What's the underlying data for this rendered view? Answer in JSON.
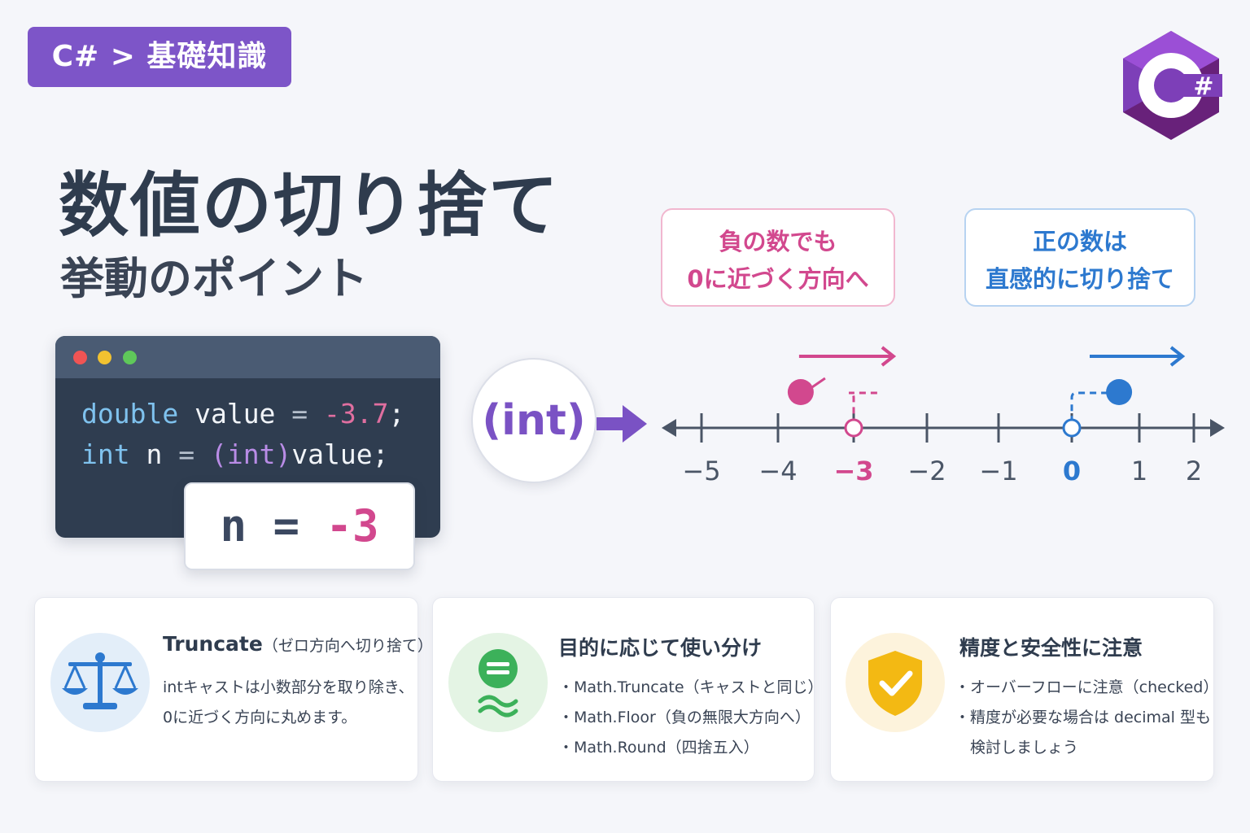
{
  "breadcrumb": "C# > 基礎知識",
  "logo": {
    "text": "C",
    "mark": "#"
  },
  "title": "数値の切り捨て",
  "subtitle": "挙動のポイント",
  "code": {
    "line1": {
      "type": "double",
      "name": " value ",
      "eq": "=",
      "value": " -3.7",
      "end": ";"
    },
    "line2": {
      "type": "int",
      "name": " n ",
      "eq": "=",
      "cast": " (int)",
      "rest": "value;"
    },
    "result": {
      "var": "n",
      "eq": " = ",
      "value": "-3"
    }
  },
  "cast_label": "(int)",
  "callouts": {
    "negative": {
      "line1": "負の数でも",
      "line2": "0に近づく方向へ"
    },
    "positive": {
      "line1": "正の数は",
      "line2": "直感的に切り捨て"
    }
  },
  "number_line": {
    "ticks": [
      "−5",
      "−4",
      "−3",
      "−2",
      "−1",
      "0",
      "1",
      "2"
    ],
    "negative_value": -3.7,
    "negative_result": -3,
    "positive_value": 0.7,
    "positive_result": 0
  },
  "cards": [
    {
      "icon": "balance-scale-icon",
      "title": "Truncate",
      "title_note": "（ゼロ方向へ切り捨て）",
      "lines": [
        "intキャストは小数部分を取り除き、",
        "0に近づく方向に丸めます。"
      ]
    },
    {
      "icon": "equals-approx-icon",
      "title": "目的に応じて使い分け",
      "lines": [
        "・Math.Truncate（キャストと同じ）",
        "・Math.Floor（負の無限大方向へ）",
        "・Math.Round（四捨五入）"
      ]
    },
    {
      "icon": "shield-check-icon",
      "title": "精度と安全性に注意",
      "lines": [
        "・オーバーフローに注意（checked）",
        "・精度が必要な場合は decimal 型も",
        "　検討しましょう"
      ]
    }
  ],
  "colors": {
    "accent": "#7d55c8",
    "negative": "#d2488e",
    "positive": "#2d79cf"
  }
}
